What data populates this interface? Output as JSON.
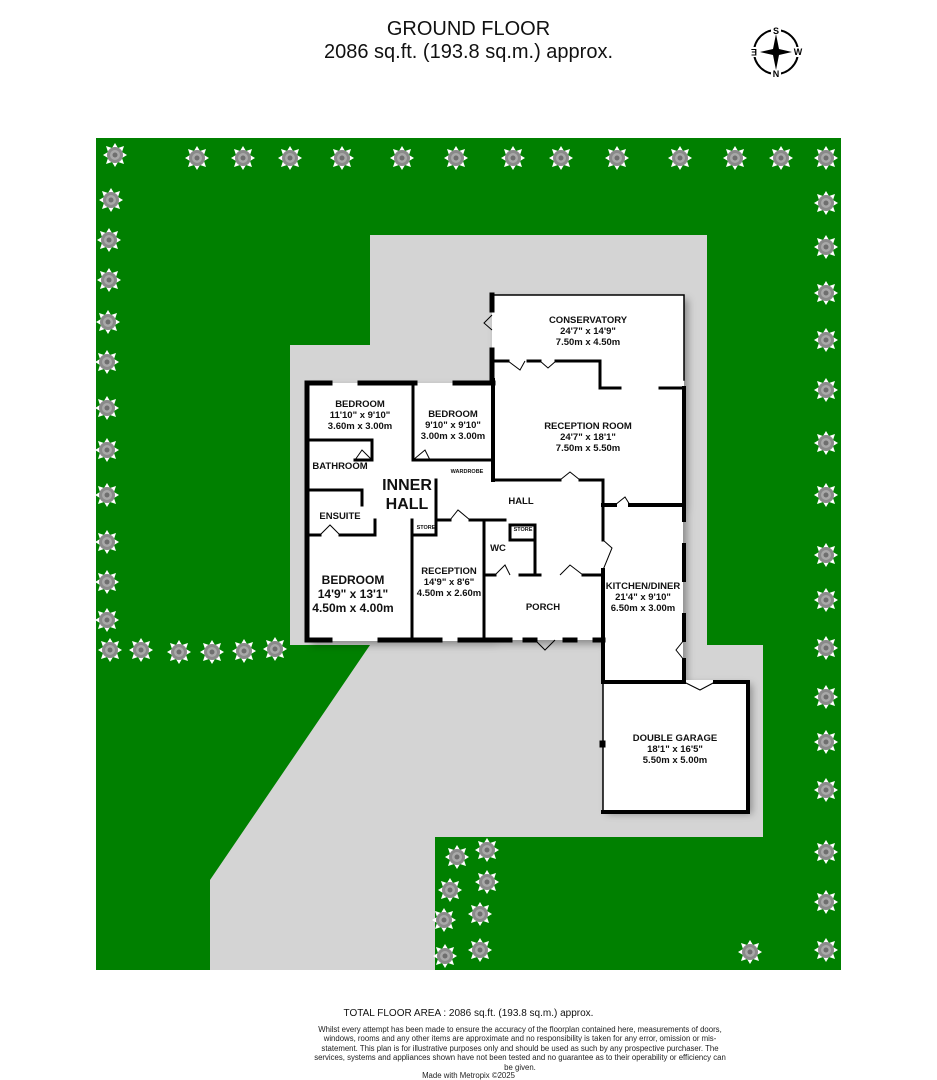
{
  "header": {
    "title": "GROUND FLOOR",
    "subtitle": "2086 sq.ft. (193.8 sq.m.) approx."
  },
  "compass": {
    "top": "S",
    "bottom": "N",
    "left": "E",
    "right": "W"
  },
  "colors": {
    "lawn": "#008000",
    "paving": "#d4d4d4",
    "walls": "#000000",
    "rooms": "#ffffff",
    "shrubs": "#9a9a9a"
  },
  "rooms": [
    {
      "name": "CONSERVATORY",
      "imperial": "24'7\"  x 14'9\"",
      "metric": "7.50m  x 4.50m"
    },
    {
      "name": "RECEPTION ROOM",
      "imperial": "24'7\"  x 18'1\"",
      "metric": "7.50m  x 5.50m"
    },
    {
      "name": "BEDROOM",
      "imperial": "11'10\"  x 9'10\"",
      "metric": "3.60m  x 3.00m"
    },
    {
      "name": "BEDROOM",
      "imperial": "9'10\"  x 9'10\"",
      "metric": "3.00m  x 3.00m"
    },
    {
      "name": "BATHROOM"
    },
    {
      "name": "ENSUITE"
    },
    {
      "name": "INNER",
      "name2": "HALL"
    },
    {
      "name": "WARDROBE"
    },
    {
      "name": "HALL"
    },
    {
      "name": "STORE"
    },
    {
      "name": "STORE"
    },
    {
      "name": "WC"
    },
    {
      "name": "BEDROOM",
      "imperial": "14'9\"  x 13'1\"",
      "metric": "4.50m  x 4.00m"
    },
    {
      "name": "RECEPTION",
      "imperial": "14'9\"  x 8'6\"",
      "metric": "4.50m  x 2.60m"
    },
    {
      "name": "PORCH"
    },
    {
      "name": "KITCHEN/DINER",
      "imperial": "21'4\"  x 9'10\"",
      "metric": "6.50m  x 3.00m"
    },
    {
      "name": "DOUBLE GARAGE",
      "imperial": "18'1\"  x 16'5\"",
      "metric": "5.50m  x 5.00m"
    }
  ],
  "footer": {
    "total": "TOTAL FLOOR AREA : 2086 sq.ft. (193.8 sq.m.) approx.",
    "disclaimer": "Whilst every attempt has been made to ensure the accuracy of the floorplan contained here, measurements of doors, windows, rooms and any other items are approximate and no responsibility is taken for any error, omission or mis-statement. This plan is for illustrative purposes only and should be used as such by any prospective purchaser. The services, systems and appliances shown have not been tested and no guarantee as to their operability or efficiency can be given.",
    "made_with": "Made with Metropix ©2025"
  }
}
